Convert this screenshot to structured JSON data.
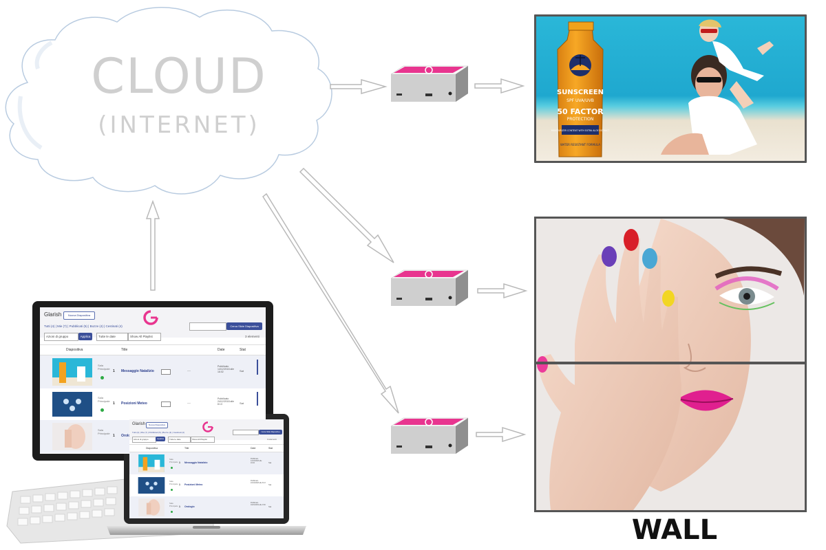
{
  "cloud": {
    "title": "CLOUD",
    "subtitle": "(INTERNET)"
  },
  "wall_label": "WALL",
  "ad_screen": {
    "bottle_brand": "SUNSCREEN",
    "bottle_spf": "SPF UVA/UVB",
    "bottle_factor": "50 FACTOR",
    "bottle_protection": "PROTECTION",
    "bottle_moisturizer": "MOISTURIZER CONTENT WITH EXTRA ALOE EXTRACT",
    "bottle_water": "WATER RESISTANT FORMULA"
  },
  "admin_ui": {
    "app_title": "Glarish",
    "new_button": "Nuova Diapositiva",
    "filters_line": "Tutti (4) | Mie (7) | Pubblicati (5) | Bozze (4) | Cestinati (4)",
    "bulk_select": "Azioni di gruppo",
    "apply_button": "Applica",
    "date_select": "Tutte le date",
    "playlist_select": "Show All Playlist",
    "search_button": "Cerca Slide Diapositiva",
    "count": "3 elementi",
    "columns": [
      "Diapositiva",
      "Title",
      "Date",
      "Stat"
    ],
    "rows": [
      {
        "group": "Sala Principale",
        "num": "1",
        "title": "Messaggio Natalizio",
        "meta": "Pubblicato 14/12/2018 alle 16:02",
        "stat": "Sat"
      },
      {
        "group": "Sala Principale",
        "num": "1",
        "title": "Posizioni Meteo",
        "meta": "Pubblicato 24/12/2018 alle 8:13",
        "stat": "Sat"
      },
      {
        "group": "Sala Principale",
        "num": "1",
        "title": "Orologio",
        "meta": "Pubblicato 01/01/2019 alle 0:30",
        "stat": "Sat"
      }
    ]
  },
  "colors": {
    "arrow": "#b9b9b9",
    "cloud_text": "#cfcfcf",
    "brand_pink": "#e8358f",
    "ui_blue": "#3b4f9a"
  }
}
